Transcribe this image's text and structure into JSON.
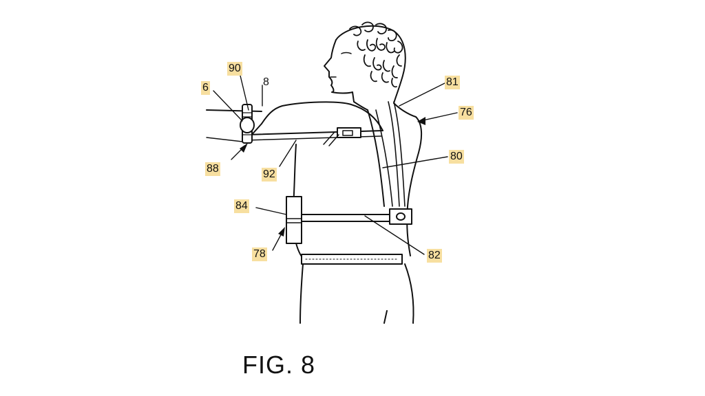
{
  "figure": {
    "caption": "FIG. 8",
    "highlight_color": "#f7dfa0",
    "reference_labels": {
      "label_90": "90",
      "label_8": "8",
      "label_6": "6",
      "label_81": "81",
      "label_76": "76",
      "label_80": "80",
      "label_88": "88",
      "label_92": "92",
      "label_84": "84",
      "label_78": "78",
      "label_82": "82"
    }
  }
}
